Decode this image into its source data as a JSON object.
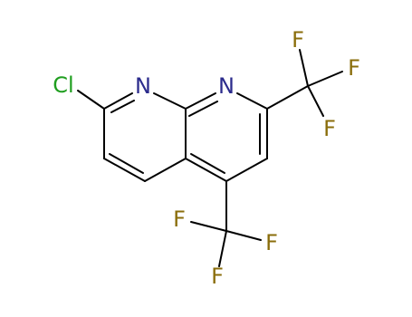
{
  "molecule": {
    "colors": {
      "bond": "#000000",
      "N": "#2b2b8c",
      "Cl": "#1f9e1f",
      "F": "#8a6d0b"
    },
    "atoms": [
      {
        "id": "cl",
        "label": "Cl",
        "element": "Cl"
      },
      {
        "id": "n1",
        "label": "N",
        "element": "N"
      },
      {
        "id": "n2",
        "label": "N",
        "element": "N"
      },
      {
        "id": "f1",
        "label": "F",
        "element": "F"
      },
      {
        "id": "f2",
        "label": "F",
        "element": "F"
      },
      {
        "id": "f3",
        "label": "F",
        "element": "F"
      },
      {
        "id": "f4",
        "label": "F",
        "element": "F"
      },
      {
        "id": "f5",
        "label": "F",
        "element": "F"
      },
      {
        "id": "f6",
        "label": "F",
        "element": "F"
      }
    ]
  }
}
